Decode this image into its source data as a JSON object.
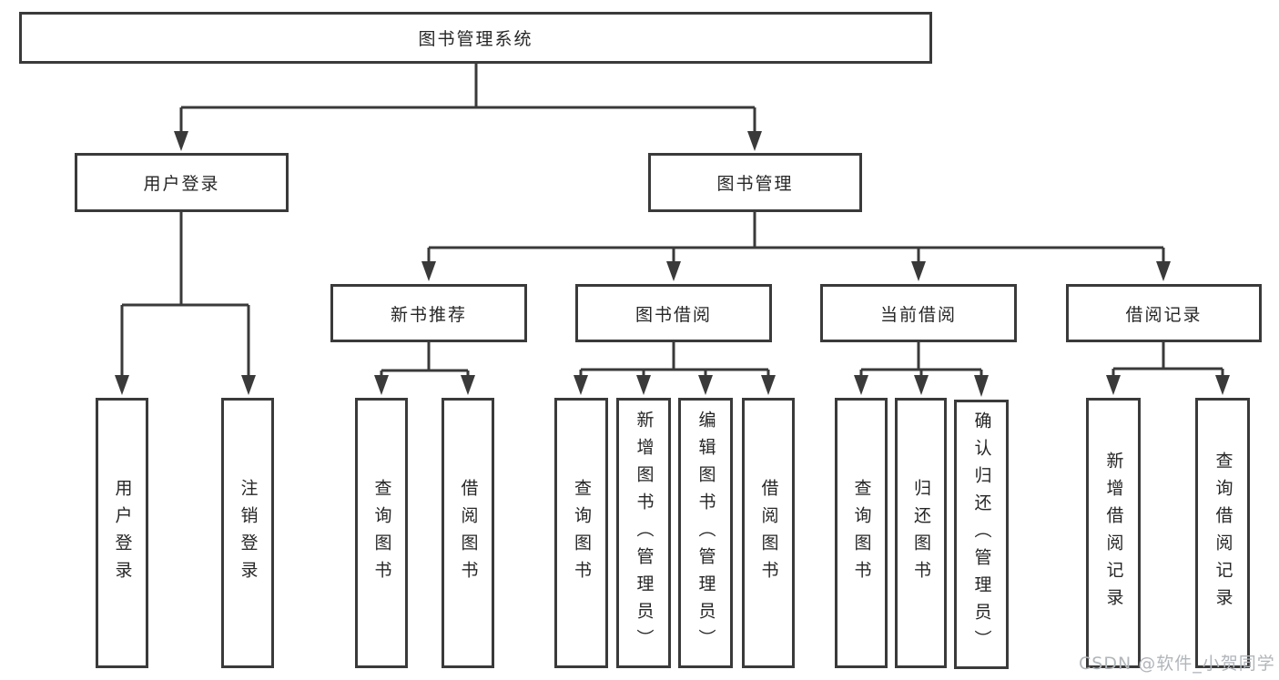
{
  "diagram": {
    "title": "图书管理系统",
    "watermark": "CSDN @软件_小贺同学",
    "colors": {
      "line": "#3a3a3a",
      "box_border": "#3a3a3a",
      "text": "#262626",
      "background": "#ffffff",
      "watermark": "#b1b6ba"
    },
    "nodes": [
      {
        "id": "system-root",
        "label": "图书管理系统"
      },
      {
        "id": "user-login-branch",
        "label": "用户登录"
      },
      {
        "id": "book-management",
        "label": "图书管理"
      },
      {
        "id": "new-book-recommend",
        "label": "新书推荐"
      },
      {
        "id": "book-borrowing",
        "label": "图书借阅"
      },
      {
        "id": "current-borrowing",
        "label": "当前借阅"
      },
      {
        "id": "borrowing-records",
        "label": "借阅记录"
      },
      {
        "id": "user-login",
        "label": "用户登录"
      },
      {
        "id": "logout",
        "label": "注销登录"
      },
      {
        "id": "query-books-1",
        "label": "查询图书"
      },
      {
        "id": "borrow-books-1",
        "label": "借阅图书"
      },
      {
        "id": "query-books-2",
        "label": "查询图书"
      },
      {
        "id": "add-books-admin",
        "label": "新增图书（管理员）"
      },
      {
        "id": "edit-books-admin",
        "label": "编辑图书（管理员）"
      },
      {
        "id": "borrow-books-2",
        "label": "借阅图书"
      },
      {
        "id": "query-books-3",
        "label": "查询图书"
      },
      {
        "id": "return-books",
        "label": "归还图书"
      },
      {
        "id": "confirm-return-admin",
        "label": "确认归还（管理员）"
      },
      {
        "id": "add-borrow-record",
        "label": "新增借阅记录"
      },
      {
        "id": "query-borrow-record",
        "label": "查询借阅记录"
      }
    ],
    "edges": [
      [
        0,
        1
      ],
      [
        0,
        2
      ],
      [
        1,
        7
      ],
      [
        1,
        8
      ],
      [
        2,
        3
      ],
      [
        2,
        4
      ],
      [
        2,
        5
      ],
      [
        2,
        6
      ],
      [
        3,
        9
      ],
      [
        3,
        10
      ],
      [
        4,
        11
      ],
      [
        4,
        12
      ],
      [
        4,
        13
      ],
      [
        4,
        14
      ],
      [
        5,
        15
      ],
      [
        5,
        16
      ],
      [
        5,
        17
      ],
      [
        6,
        18
      ],
      [
        6,
        19
      ]
    ]
  }
}
